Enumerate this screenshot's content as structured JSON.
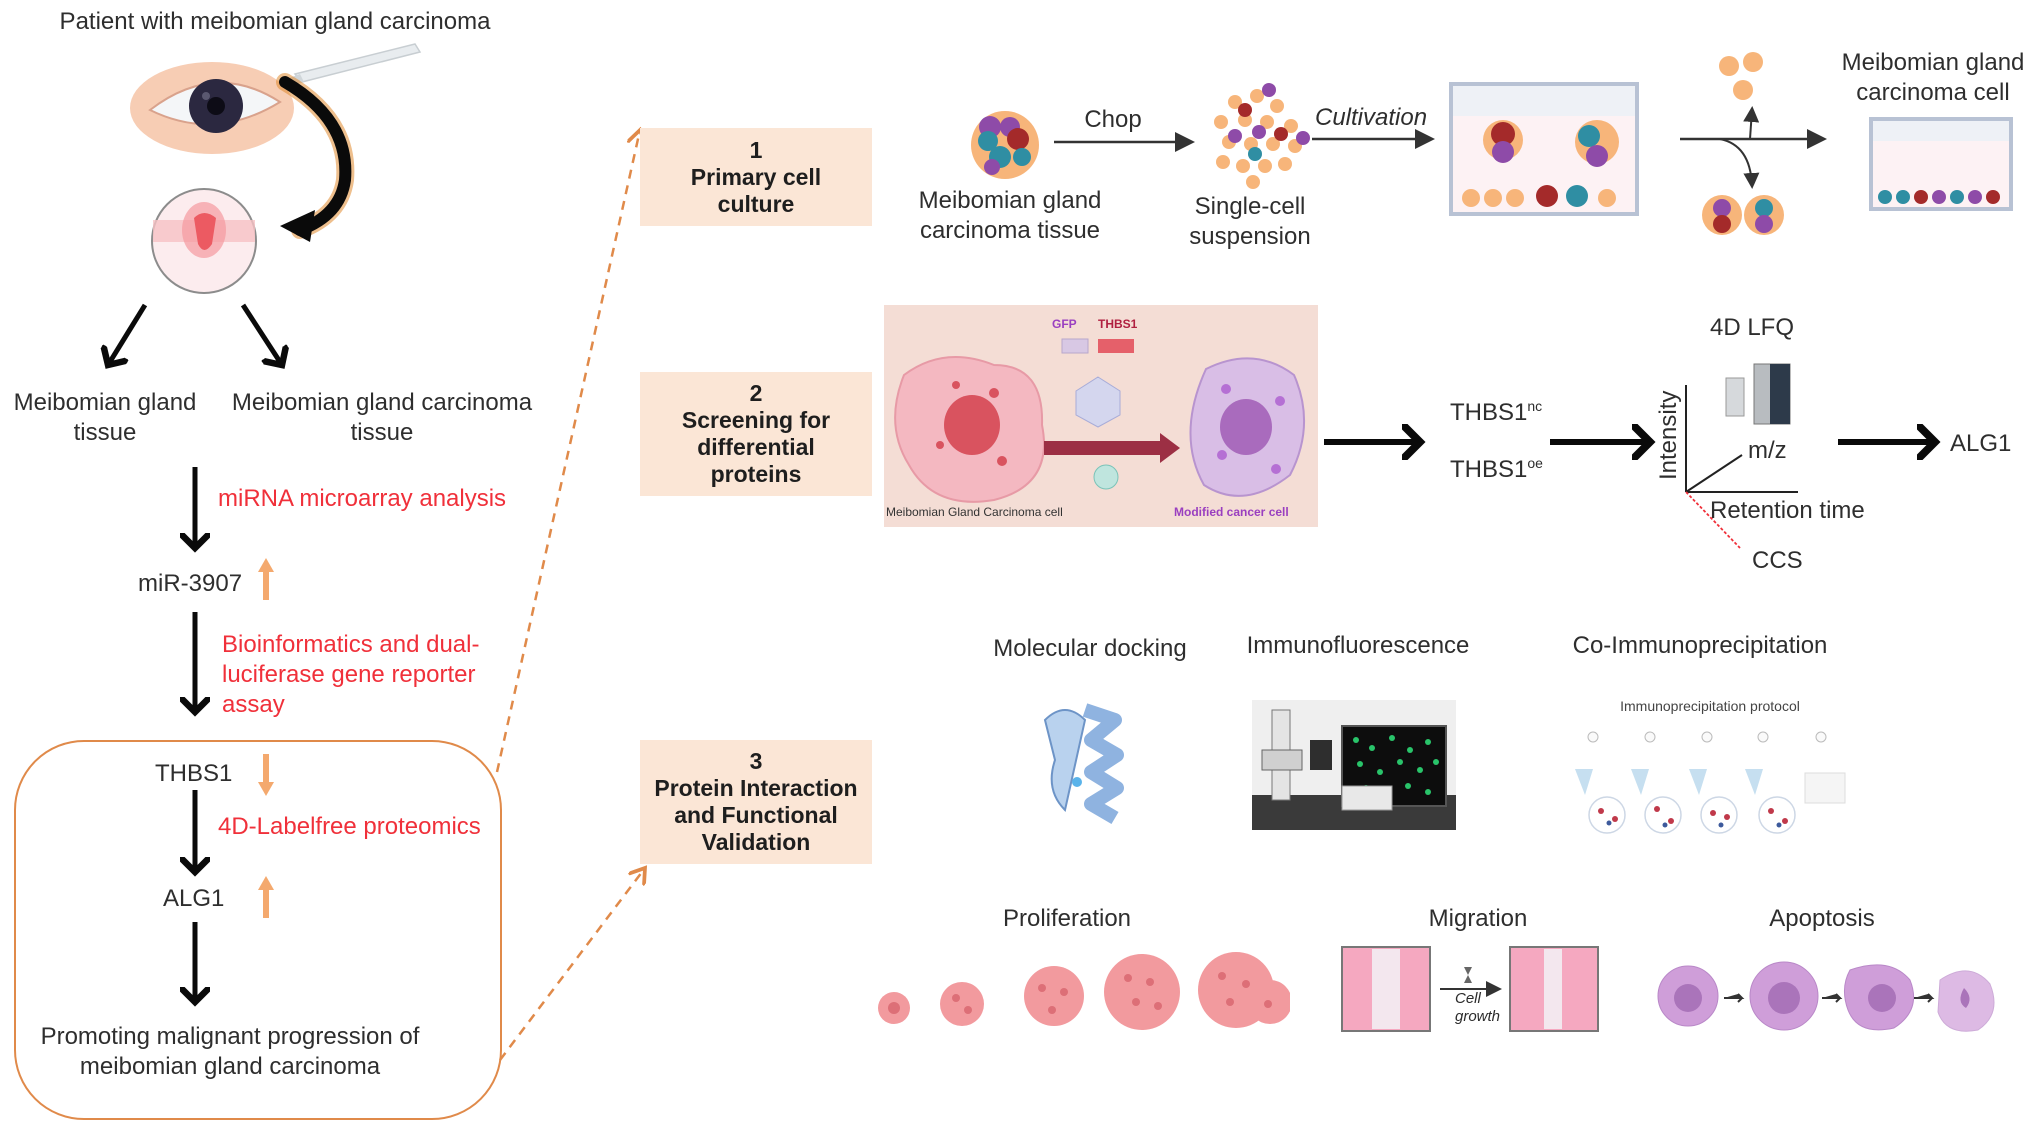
{
  "left_panel": {
    "title": "Patient with meibomian gland carcinoma",
    "branch_left": [
      "Meibomian gland",
      "tissue"
    ],
    "branch_right": [
      "Meibomian gland carcinoma",
      "tissue"
    ],
    "step_mirna_method": "miRNA microarray analysis",
    "mir_name": "miR-3907",
    "mir_direction": "up",
    "step_bioinf_method": [
      "Bioinformatics and dual-",
      "luciferase gene reporter",
      "assay"
    ],
    "thbs1_name": "THBS1",
    "thbs1_direction": "down",
    "step_proteomics_method": "4D-Labelfree proteomics",
    "alg1_name": "ALG1",
    "alg1_direction": "up",
    "outcome": [
      "Promoting malignant progression of",
      "meibomian gland carcinoma"
    ]
  },
  "steps": [
    {
      "number": "1",
      "title_lines": [
        "Primary cell",
        "culture"
      ]
    },
    {
      "number": "2",
      "title_lines": [
        "Screening for",
        "differential",
        "proteins"
      ]
    },
    {
      "number": "3",
      "title_lines": [
        "Protein Interaction",
        "and Functional",
        "Validation"
      ]
    }
  ],
  "step1": {
    "tissue_label": [
      "Meibomian gland",
      "carcinoma tissue"
    ],
    "chop_label": "Chop",
    "suspension_label": [
      "Single-cell",
      "suspension"
    ],
    "cultivation_label": "Cultivation",
    "result_label": [
      "Meibomian gland",
      "carcinoma cell"
    ]
  },
  "step2": {
    "vector_labels": [
      "GFP",
      "THBS1"
    ],
    "cell_left_label": "Meibomian Gland  Carcinoma  cell",
    "cell_right_label": "Modified cancer cell",
    "group_nc": "THBS1",
    "group_nc_sup": "nc",
    "group_oe": "THBS1",
    "group_oe_sup": "oe",
    "lfq_title": "4D LFQ",
    "axis_intensity": "Intensity",
    "axis_mz": "m/z",
    "axis_retention": "Retention time",
    "axis_ccs": "CCS",
    "result": "ALG1"
  },
  "step3": {
    "assays_top": [
      "Molecular docking",
      "Immunofluorescence",
      "Co-Immunoprecipitation"
    ],
    "ip_protocol_title": "Immunoprecipitation protocol",
    "assays_bottom": [
      "Proliferation",
      "Migration",
      "Apoptosis"
    ],
    "migration_arrow_label": [
      "Cell",
      "growth"
    ]
  },
  "colors": {
    "accent_orange": "#e08a4a",
    "method_red": "#f0303a",
    "step_box_fill": "#fbe6d6",
    "arrow_up_down": "#f4a96e"
  }
}
